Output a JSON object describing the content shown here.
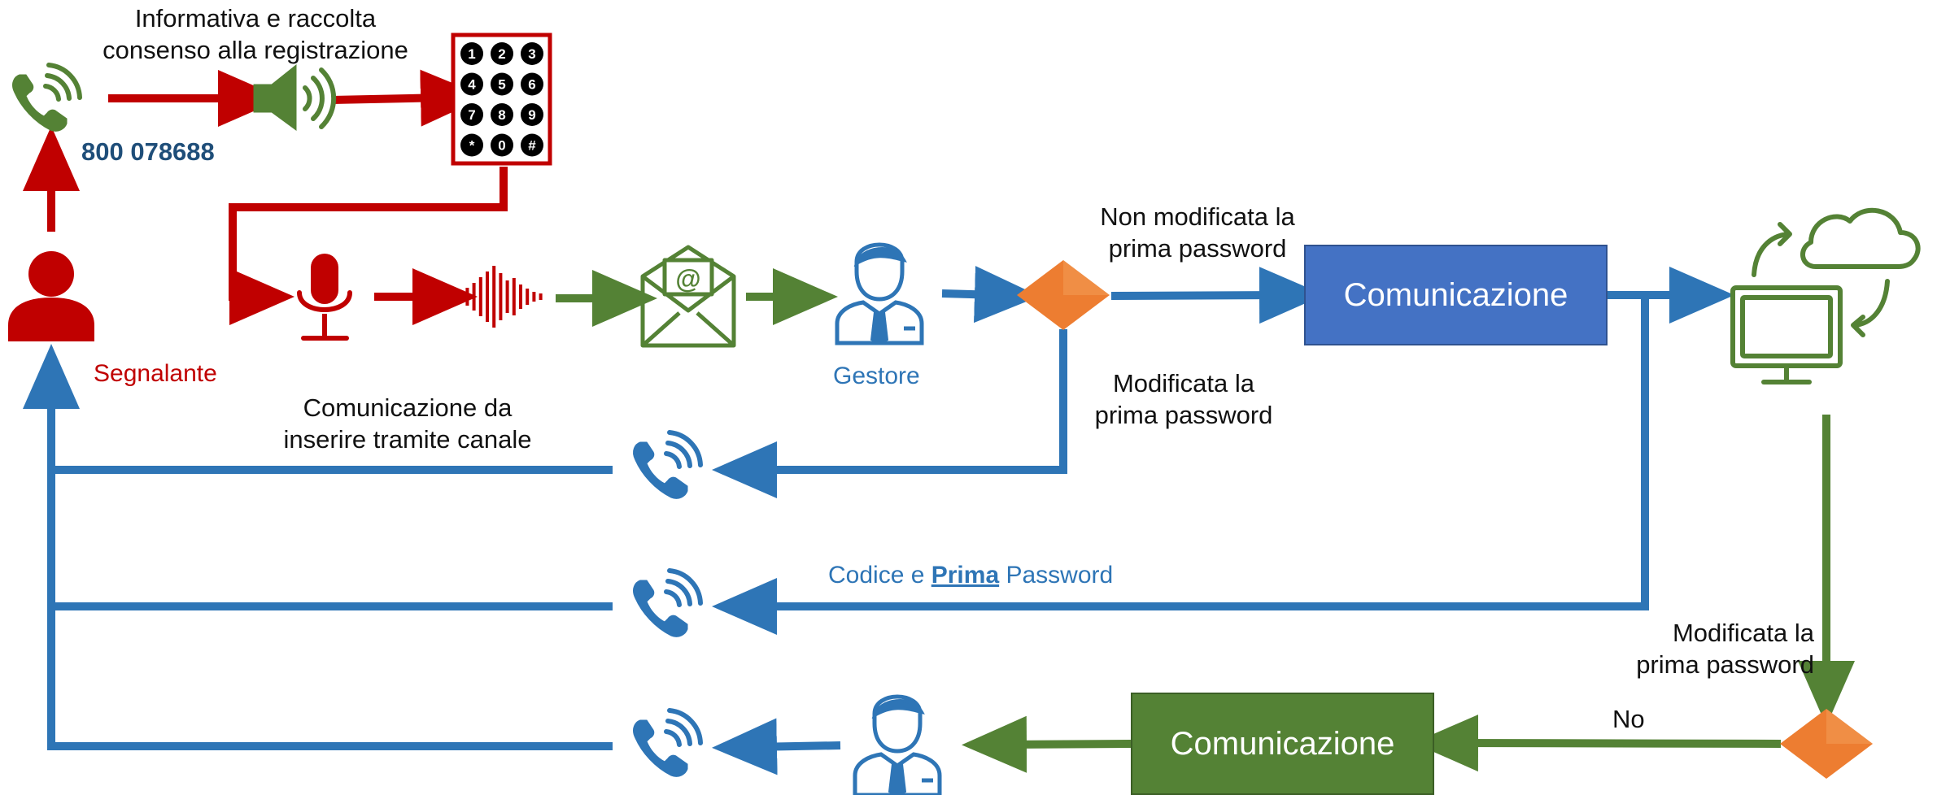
{
  "colors": {
    "red": "#C00000",
    "green": "#548235",
    "blue": "#2E75B6",
    "orange": "#ED7D31",
    "box_blue": "#4472C4",
    "box_green": "#548235"
  },
  "labels": {
    "info_consent_line1": "Informativa e raccolta",
    "info_consent_line2": "consenso alla registrazione",
    "phone_number": "800 078688",
    "segnalante": "Segnalante",
    "gestore": "Gestore",
    "non_modificata_line1": "Non modificata la",
    "non_modificata_line2": "prima password",
    "modificata_top_line1": "Modificata la",
    "modificata_top_line2": "prima password",
    "comunicazione_canale_line1": "Comunicazione da",
    "comunicazione_canale_line2": "inserire tramite canale",
    "codice_prefix": "Codice e ",
    "codice_prima": "Prima",
    "codice_suffix": " Password",
    "modificata_right_line1": "Modificata la",
    "modificata_right_line2": "prima password",
    "no": "No"
  },
  "boxes": {
    "comunicazione_blue": "Comunicazione",
    "comunicazione_green": "Comunicazione"
  },
  "keypad": {
    "keys": [
      "1",
      "2",
      "3",
      "4",
      "5",
      "6",
      "7",
      "8",
      "9",
      "*",
      "0",
      "#"
    ]
  },
  "icons": {
    "caller": "phone-ringing-icon",
    "speaker": "speaker-icon",
    "keypad": "keypad-icon",
    "user": "user-icon",
    "microphone": "microphone-icon",
    "sound_wave": "sound-wave-icon",
    "email": "email-envelope-icon",
    "operator": "operator-icon",
    "decision": "decision-diamond-icon",
    "cloud_computer": "cloud-computer-sync-icon"
  }
}
